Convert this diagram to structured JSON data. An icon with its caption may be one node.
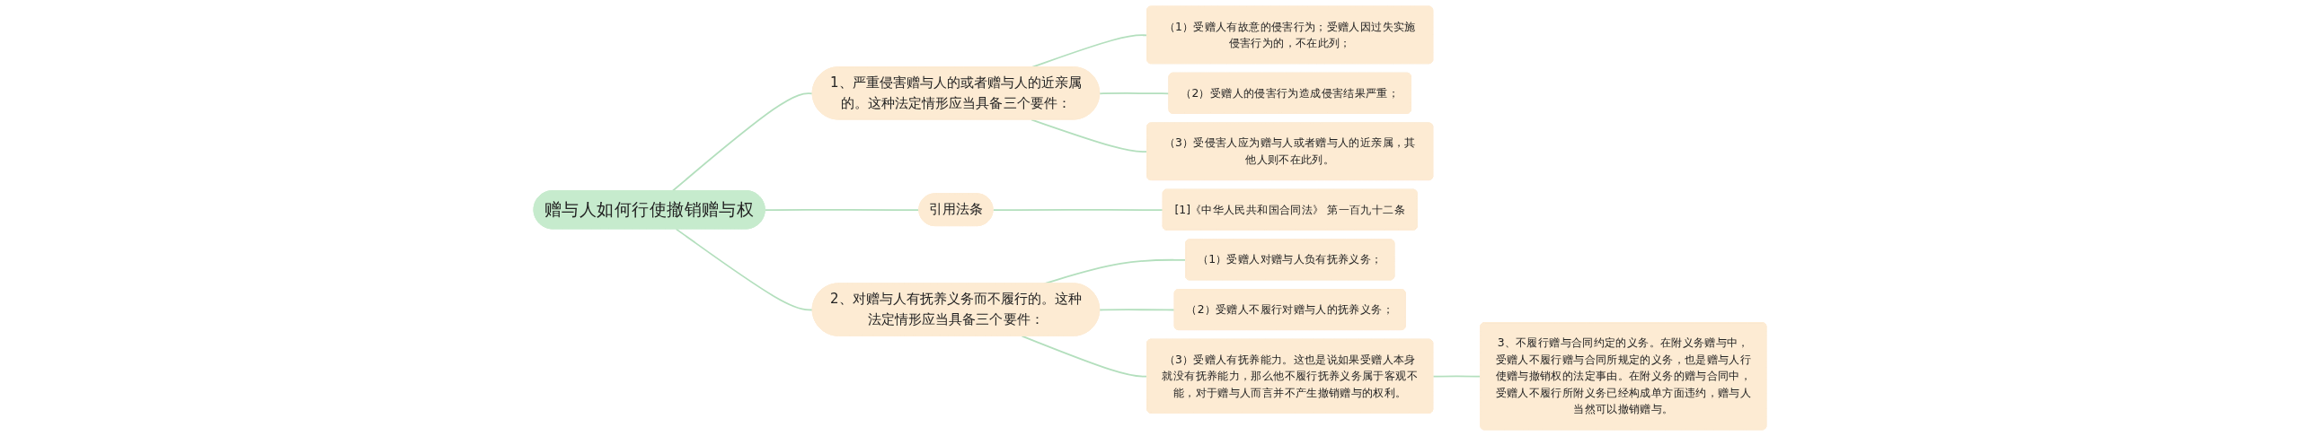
{
  "diagram": {
    "nodes": [
      {
        "text": [
          "赠与人如何行使撤销赠与权"
        ]
      },
      {
        "text": [
          "1、严重侵害赠与人的或者赠与人的近亲属的。这种法定情形应当具备三个要件："
        ]
      },
      {
        "text": [
          "（1）受赠人有故意的侵害行为；受赠人因过失实施侵害行为的，不在此列；"
        ]
      },
      {
        "text": [
          "（2）受赠人的侵害行为造成侵害结果严重；"
        ]
      },
      {
        "text": [
          "（3）受侵害人应为赠与人或者赠与人的近亲属，其他人则不在此列。"
        ]
      },
      {
        "text": [
          "引用法条"
        ]
      },
      {
        "text": [
          "[1]《中华人民共和国合同法》 第一百九十二条"
        ]
      },
      {
        "text": [
          "2、对赠与人有抚养义务而不履行的。这种法定情形应当具备三个要件："
        ]
      },
      {
        "text": [
          "（1）受赠人对赠与人负有抚养义务；"
        ]
      },
      {
        "text": [
          "（2）受赠人不履行对赠与人的抚养义务；"
        ]
      },
      {
        "text": [
          "（3）受赠人有抚养能力。这也是说如果受赠人本身就没有抚养能力，那么他不履行抚养义务属于客观不能，对于赠与人而言并不产生撤销赠与的权利。"
        ]
      },
      {
        "text": [
          "3、不履行赠与合同约定的义务。在附义务赠与中，受赠人不履行赠与合同所规定的义务，也是赠与人行使赠与撤销权的法定事由。在附义务的赠与合同中，受赠人不履行所附义务已经构成单方面违约，赠与人当然可以撤销赠与。"
        ]
      }
    ],
    "edges": [
      {
        "from": 0,
        "to": 1,
        "arrow": "none"
      },
      {
        "from": 1,
        "to": 2,
        "arrow": "none"
      },
      {
        "from": 1,
        "to": 3,
        "arrow": "none"
      },
      {
        "from": 1,
        "to": 4,
        "arrow": "none"
      },
      {
        "from": 0,
        "to": 5,
        "arrow": "none"
      },
      {
        "from": 5,
        "to": 6,
        "arrow": "none"
      },
      {
        "from": 0,
        "to": 7,
        "arrow": "none"
      },
      {
        "from": 7,
        "to": 8,
        "arrow": "none"
      },
      {
        "from": 7,
        "to": 9,
        "arrow": "none"
      },
      {
        "from": 7,
        "to": 10,
        "arrow": "none"
      },
      {
        "from": 10,
        "to": 11,
        "arrow": "none"
      }
    ]
  }
}
